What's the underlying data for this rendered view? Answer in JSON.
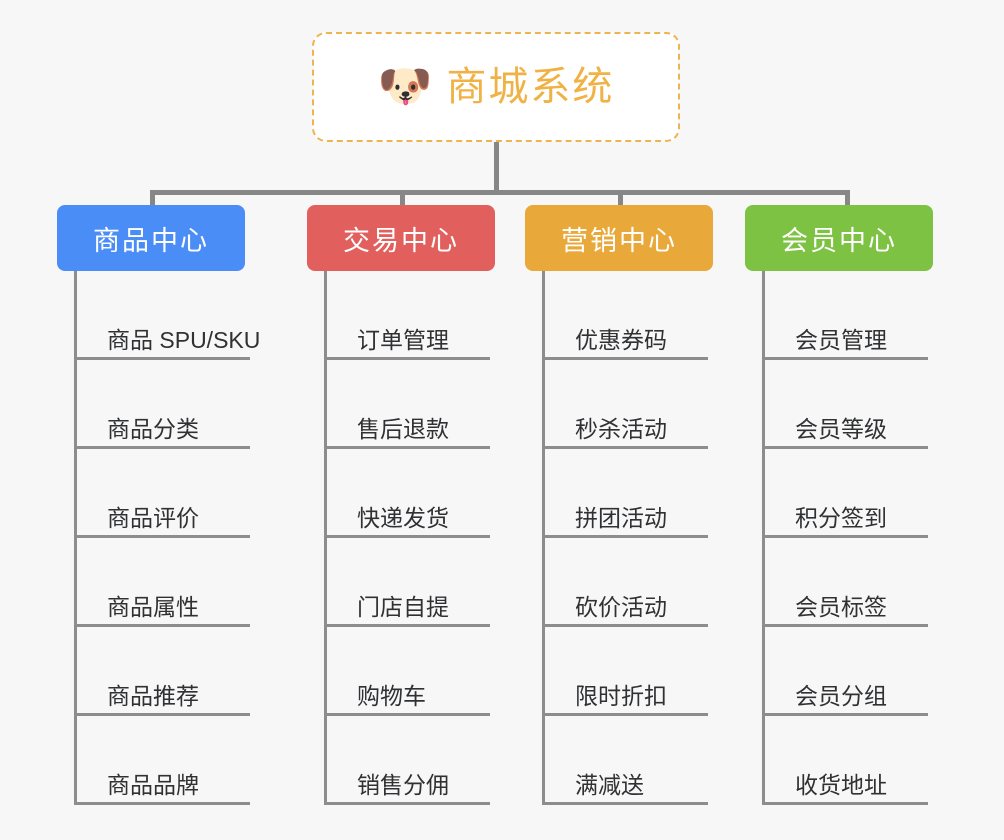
{
  "root": {
    "icon": "shiba-dog-face-icon",
    "icon_glyph": "🐶",
    "title": "商城系统"
  },
  "colors": {
    "background": "#f7f7f7",
    "root_border": "#edb450",
    "root_text": "#f0b244",
    "connector": "#878787",
    "trunk": "#8d8d8d",
    "leaf_text": "#303133",
    "branch_product": "#4b8df6",
    "branch_trade": "#e1605e",
    "branch_marketing": "#e9a83a",
    "branch_member": "#7dc242"
  },
  "branches": [
    {
      "id": "product-center",
      "label": "商品中心",
      "color": "#4b8df6",
      "items": [
        "商品 SPU/SKU",
        "商品分类",
        "商品评价",
        "商品属性",
        "商品推荐",
        "商品品牌"
      ]
    },
    {
      "id": "trade-center",
      "label": "交易中心",
      "color": "#e1605e",
      "items": [
        "订单管理",
        "售后退款",
        "快递发货",
        "门店自提",
        "购物车",
        "销售分佣"
      ]
    },
    {
      "id": "marketing-center",
      "label": "营销中心",
      "color": "#e9a83a",
      "items": [
        "优惠券码",
        "秒杀活动",
        "拼团活动",
        "砍价活动",
        "限时折扣",
        "满减送"
      ]
    },
    {
      "id": "member-center",
      "label": "会员中心",
      "color": "#7dc242",
      "items": [
        "会员管理",
        "会员等级",
        "积分签到",
        "会员标签",
        "会员分组",
        "收货地址"
      ]
    }
  ]
}
